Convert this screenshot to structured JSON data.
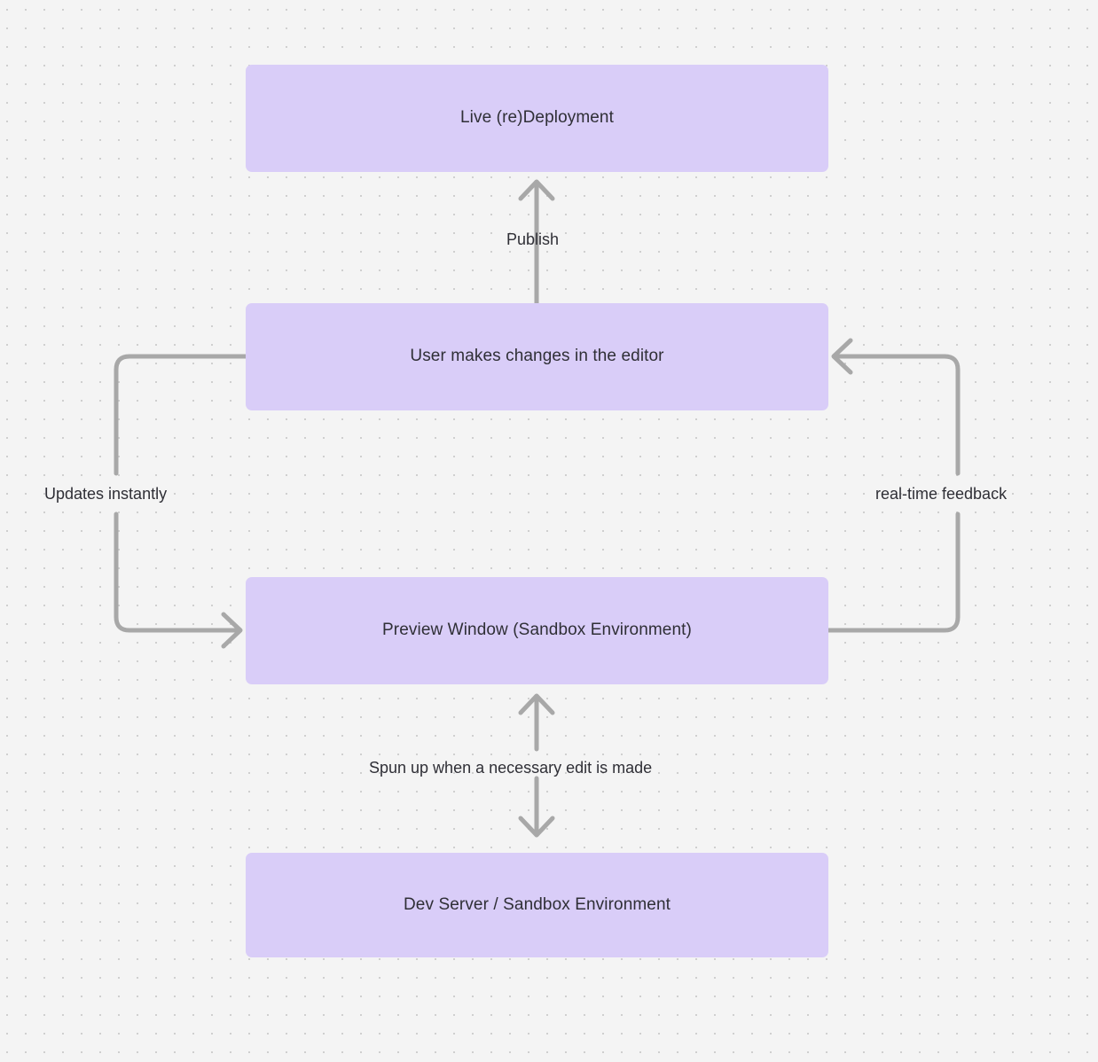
{
  "diagram": {
    "type": "flowchart",
    "background_color": "#f4f4f4",
    "grid": "dot-grid",
    "node_fill_color": "#d9cdf8",
    "edge_color": "#a8a8a8",
    "text_color": "#2f2f36",
    "nodes": [
      {
        "id": "live",
        "label": "Live (re)Deployment"
      },
      {
        "id": "user",
        "label": "User makes changes in the editor"
      },
      {
        "id": "preview",
        "label": "Preview Window (Sandbox Environment)"
      },
      {
        "id": "devserver",
        "label": "Dev Server / Sandbox Environment"
      }
    ],
    "edges": [
      {
        "id": "publish",
        "from": "user",
        "to": "live",
        "label": "Publish",
        "direction": "up"
      },
      {
        "id": "updates",
        "from": "user",
        "to": "preview",
        "label": "Updates instantly",
        "direction": "left-loop-down"
      },
      {
        "id": "realtime",
        "from": "preview",
        "to": "user",
        "label": "real-time feedback",
        "direction": "right-loop-up"
      },
      {
        "id": "spunup",
        "from": "preview",
        "to": "devserver",
        "label": "Spun up when a necessary edit is made",
        "direction": "bidirectional"
      }
    ]
  }
}
